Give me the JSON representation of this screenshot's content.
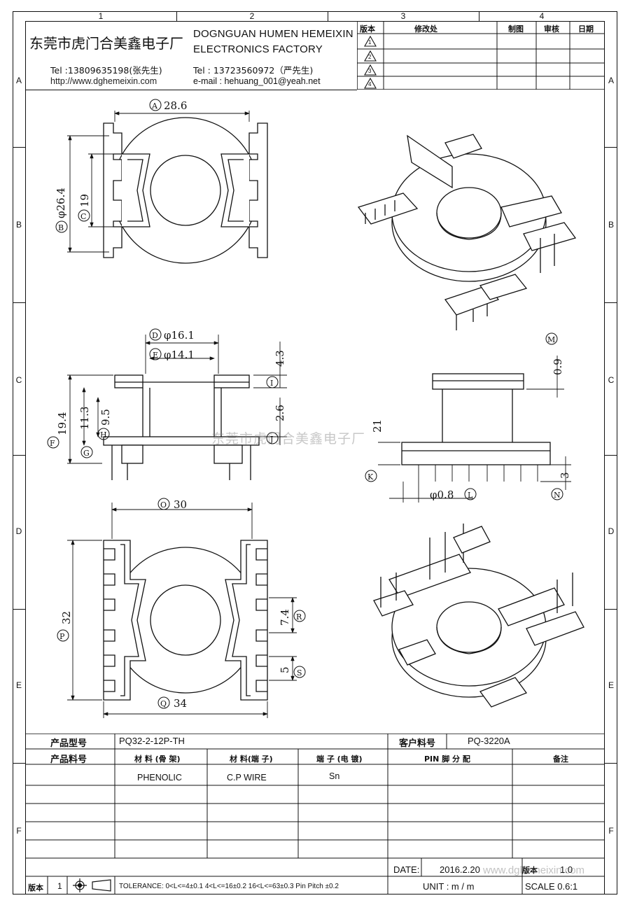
{
  "zones": {
    "cols": [
      "1",
      "2",
      "3",
      "4"
    ],
    "rows": [
      "A",
      "B",
      "C",
      "D",
      "E",
      "F"
    ]
  },
  "header": {
    "company_cn": "东莞市虎门合美鑫电子厂",
    "company_en_line1": "DOGNGUAN HUMEN HEMEIXIN",
    "company_en_line2": "ELECTRONICS FACTORY",
    "tel1": "Tel :13809635198(张先生)",
    "tel2": "Tel : 13723560972（严先生)",
    "website": "http://www.dghemeixin.com",
    "email": "e-mail : hehuang_001@yeah.net"
  },
  "revision_table": {
    "headers": [
      "版本",
      "修改处",
      "制图",
      "审核",
      "日期"
    ],
    "rows": [
      "1",
      "2",
      "3",
      "4"
    ]
  },
  "dimensions": {
    "A": "28.6",
    "B": "φ26.4",
    "C": "19",
    "D": "φ16.1",
    "E": "φ14.1",
    "F": "19.4",
    "G": "",
    "H": "9.5",
    "I": "4.3",
    "J": "2.6",
    "K": "",
    "L": "φ0.8",
    "M": "0.9",
    "N": "3",
    "O": "30",
    "P": "32",
    "Q": "34",
    "R": "7.4",
    "S": "5",
    "dim_11_3": "11.3",
    "dim_21": "21"
  },
  "title_block": {
    "product_model_label": "产品型号",
    "product_model": "PQ32-2-12P-TH",
    "customer_no_label": "客户料号",
    "customer_no": "PQ-3220A",
    "product_no_label": "产品料号",
    "material_bobbin_label": "材 料 (骨 架)",
    "material_pin_label": "材 料(端 子)",
    "terminal_plating_label": "端 子 (电 镀)",
    "pin_assign_label": "PIN 脚 分 配",
    "remarks_label": "备注",
    "material_bobbin": "PHENOLIC",
    "material_pin": "C.P WIRE",
    "plating": "Sn",
    "date_label": "DATE:",
    "date": "2016.2.20",
    "version_label": "版本",
    "version": "1.0",
    "version_rev_label": "版本",
    "version_rev": "1",
    "tolerance": "TOLERANCE:  0<L<=4±0.1  4<L<=16±0.2  16<L<=63±0.3  Pin Pitch  ±0.2",
    "unit": "UNIT :  m / m",
    "scale": "SCALE  0.6:1"
  },
  "watermark": "东莞市虎门合美鑫电子厂",
  "watermark2": "www.dghemeixin.com"
}
